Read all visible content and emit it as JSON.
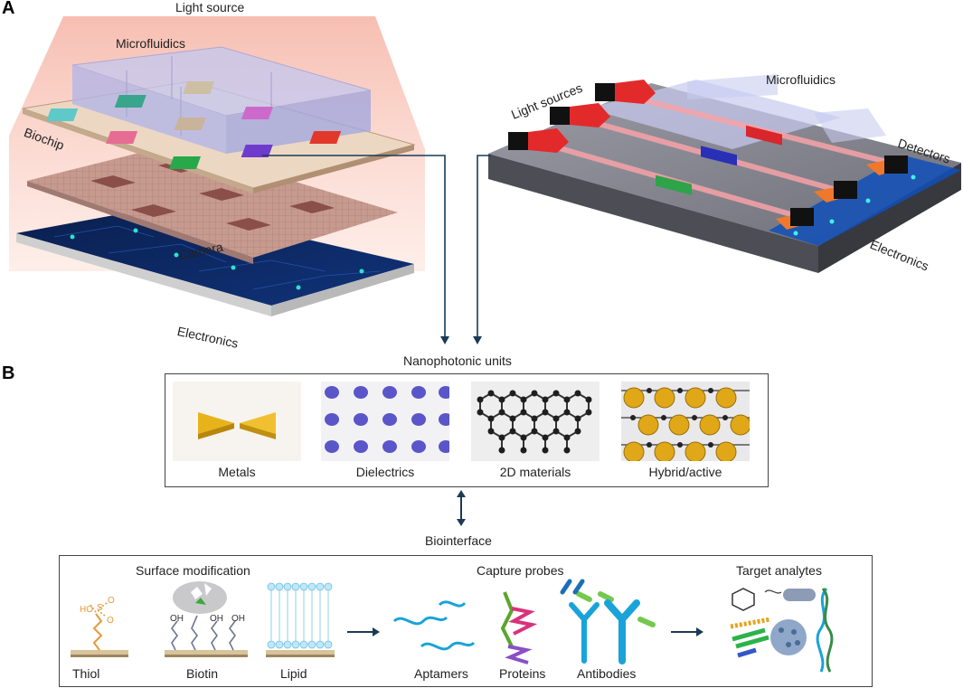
{
  "panels": {
    "a": "A",
    "b": "B"
  },
  "left_stack": {
    "light_source": "Light source",
    "microfluidics": "Microfluidics",
    "biochip": "Biochip",
    "camera": "Camera",
    "electronics": "Electronics"
  },
  "right_chip": {
    "light_sources": "Light sources",
    "microfluidics": "Microfluidics",
    "detectors": "Detectors",
    "electronics": "Electronics"
  },
  "nanophotonic": {
    "title": "Nanophotonic units",
    "units": [
      "Metals",
      "Dielectrics",
      "2D materials",
      "Hybrid/active"
    ]
  },
  "biointerface": {
    "title": "Biointerface",
    "groups": [
      "Surface modification",
      "Capture probes",
      "Target analytes"
    ],
    "items": [
      "Thiol",
      "Biotin",
      "Lipid",
      "Aptamers",
      "Proteins",
      "Antibodies"
    ],
    "thiol_atoms": [
      "HO",
      "S",
      "O",
      "O"
    ],
    "biotin_groups": [
      "OH",
      "OH",
      "OH"
    ]
  },
  "colors": {
    "arrow": "#1b3a57",
    "light_cone": "#f7c9bf",
    "microfluidics": "#b9bde6",
    "biochip": "#e8d3bd",
    "camera": "#b98a7f",
    "electronics": "#0d2a66",
    "laser": "#e8262a",
    "dielectric": "#5a56c9",
    "metal": "#e8b21a",
    "probe_cyan": "#1aa3d9"
  }
}
